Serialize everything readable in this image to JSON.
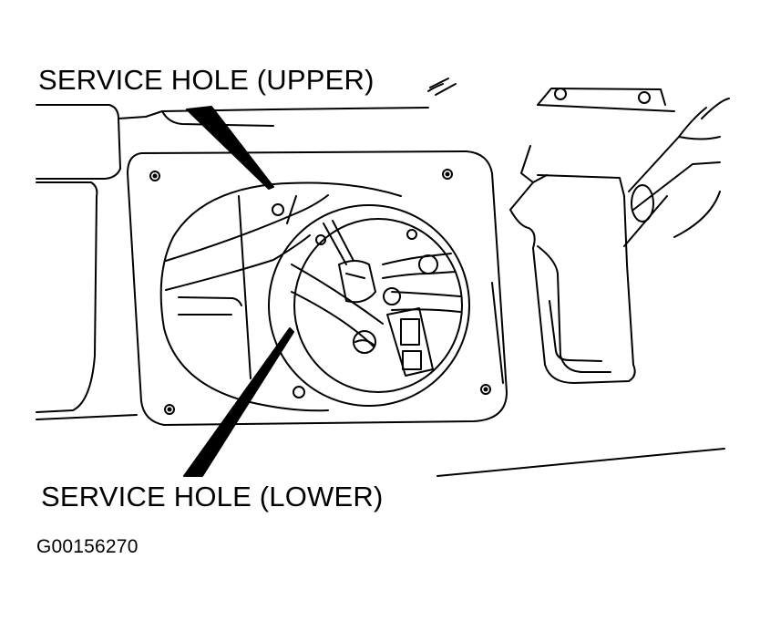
{
  "diagram": {
    "title": "Fuel pump service holes",
    "labels": {
      "upper": "SERVICE HOLE (UPPER)",
      "lower": "SERVICE HOLE (LOWER)"
    },
    "figure_id": "G00156270",
    "colors": {
      "line": "#000000",
      "background": "#ffffff"
    }
  }
}
